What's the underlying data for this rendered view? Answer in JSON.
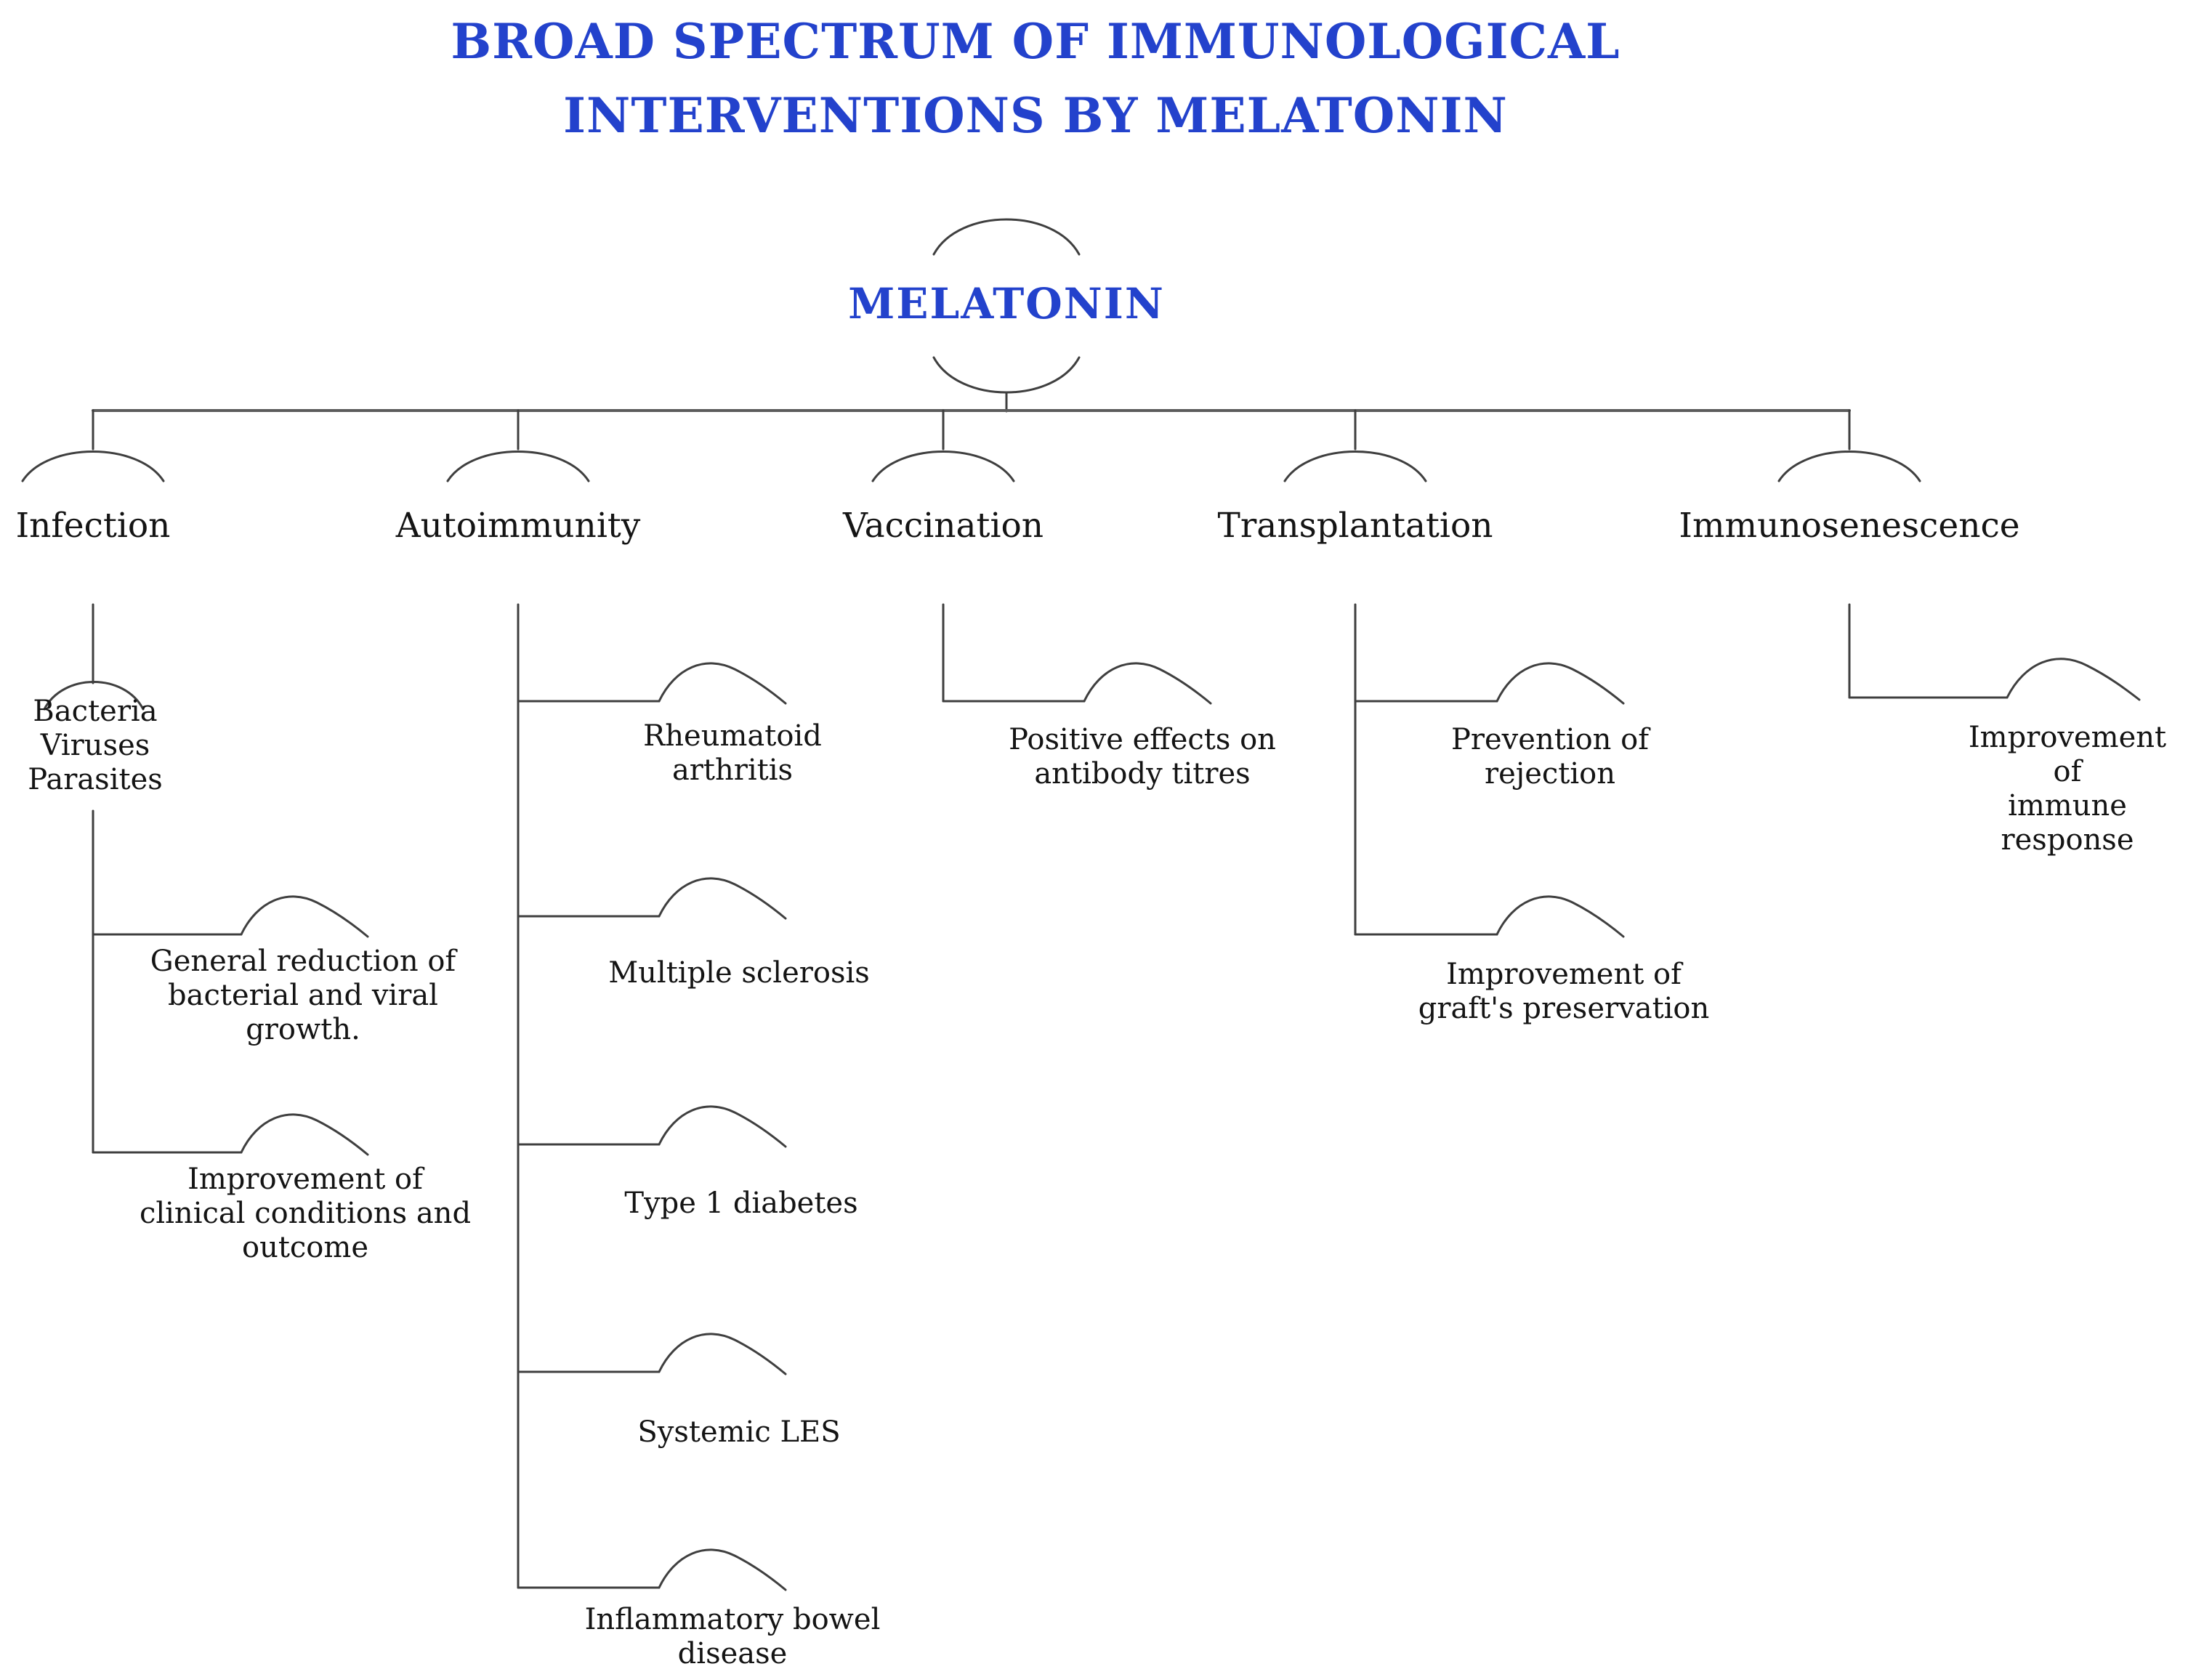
{
  "title": "BROAD SPECTRUM OF IMMUNOLOGICAL\nINTERVENTIONS BY MELATONIN",
  "root": {
    "label": "MELATONIN"
  },
  "branches": [
    {
      "label": "Infection",
      "node": "Bacteria\nViruses\nParasites",
      "leaves": [
        "General reduction of\nbacterial and viral\ngrowth.",
        "Improvement of\nclinical conditions and\noutcome"
      ]
    },
    {
      "label": "Autoimmunity",
      "leaves": [
        "Rheumatoid\narthritis",
        "Multiple sclerosis",
        "Type 1 diabetes",
        "Systemic LES",
        "Inflammatory bowel\ndisease"
      ]
    },
    {
      "label": "Vaccination",
      "leaves": [
        "Positive effects on\nantibody titres"
      ]
    },
    {
      "label": "Transplantation",
      "leaves": [
        "Prevention of\nrejection",
        "Improvement of\ngraft's preservation"
      ]
    },
    {
      "label": "Immunosenescence",
      "leaves": [
        "Improvement of\nimmune response"
      ]
    }
  ],
  "colors": {
    "title_blue": "#2342cc",
    "text": "#141414",
    "line": "#3f3f3f"
  }
}
